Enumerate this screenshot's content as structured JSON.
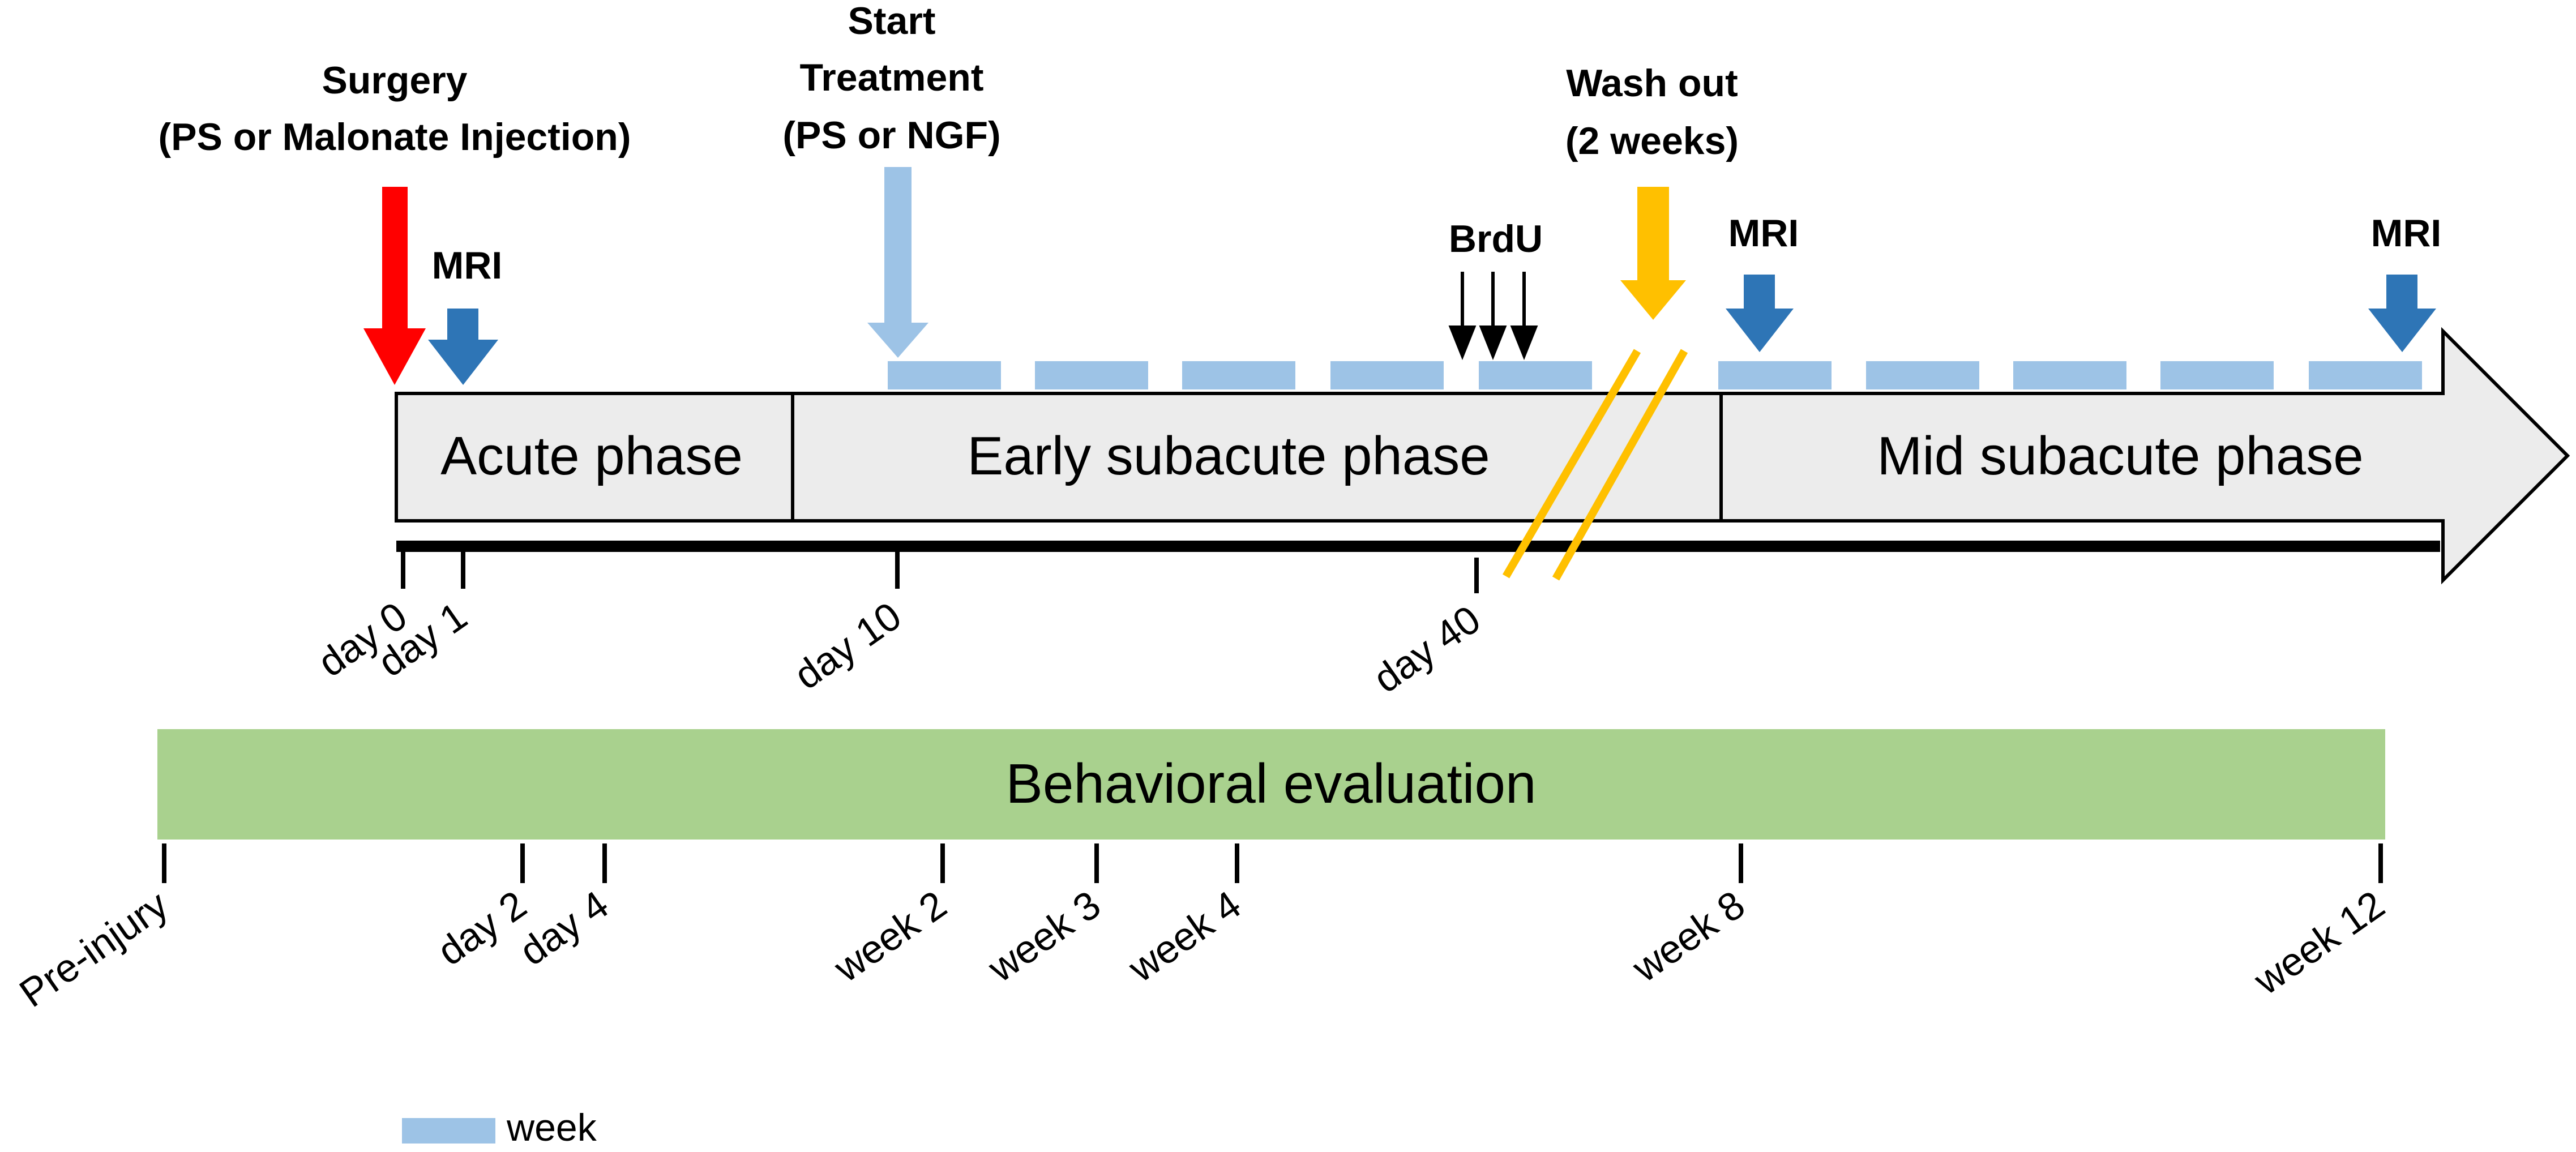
{
  "colors": {
    "surgery_arrow": "#ff0000",
    "treatment_arrow": "#9dc3e6",
    "mri_arrow": "#2e75b6",
    "washout": "#ffc000",
    "week_dash": "#9dc3e6",
    "phase_fill": "#ececec",
    "behavior_fill": "#a9d18e"
  },
  "events": {
    "surgery": {
      "line1": "Surgery",
      "line2": "(PS or Malonate Injection)"
    },
    "start_treatment": {
      "line1": "Start",
      "line2": "Treatment",
      "line3": "(PS or NGF)"
    },
    "washout": {
      "line1": "Wash out",
      "line2": "(2 weeks)"
    },
    "brdu": "BrdU",
    "mri": [
      "MRI",
      "MRI",
      "MRI"
    ]
  },
  "phases": [
    "Acute phase",
    "Early subacute phase",
    "Mid subacute phase"
  ],
  "day_ticks": [
    "day 0",
    "day 1",
    "day 10",
    "day 40"
  ],
  "behavior": {
    "label": "Behavioral evaluation",
    "ticks": [
      "Pre-injury",
      "day 2",
      "day 4",
      "week 2",
      "week 3",
      "week 4",
      "week 8",
      "week 12"
    ]
  },
  "legend": {
    "week": "week"
  },
  "icons": {
    "surgery_arrow": "down-arrow-icon",
    "treatment_arrow": "down-arrow-icon",
    "mri_arrow": "down-arrow-icon",
    "washout_arrow": "down-arrow-icon",
    "brdu_arrows": "thin-down-arrow-icon"
  }
}
